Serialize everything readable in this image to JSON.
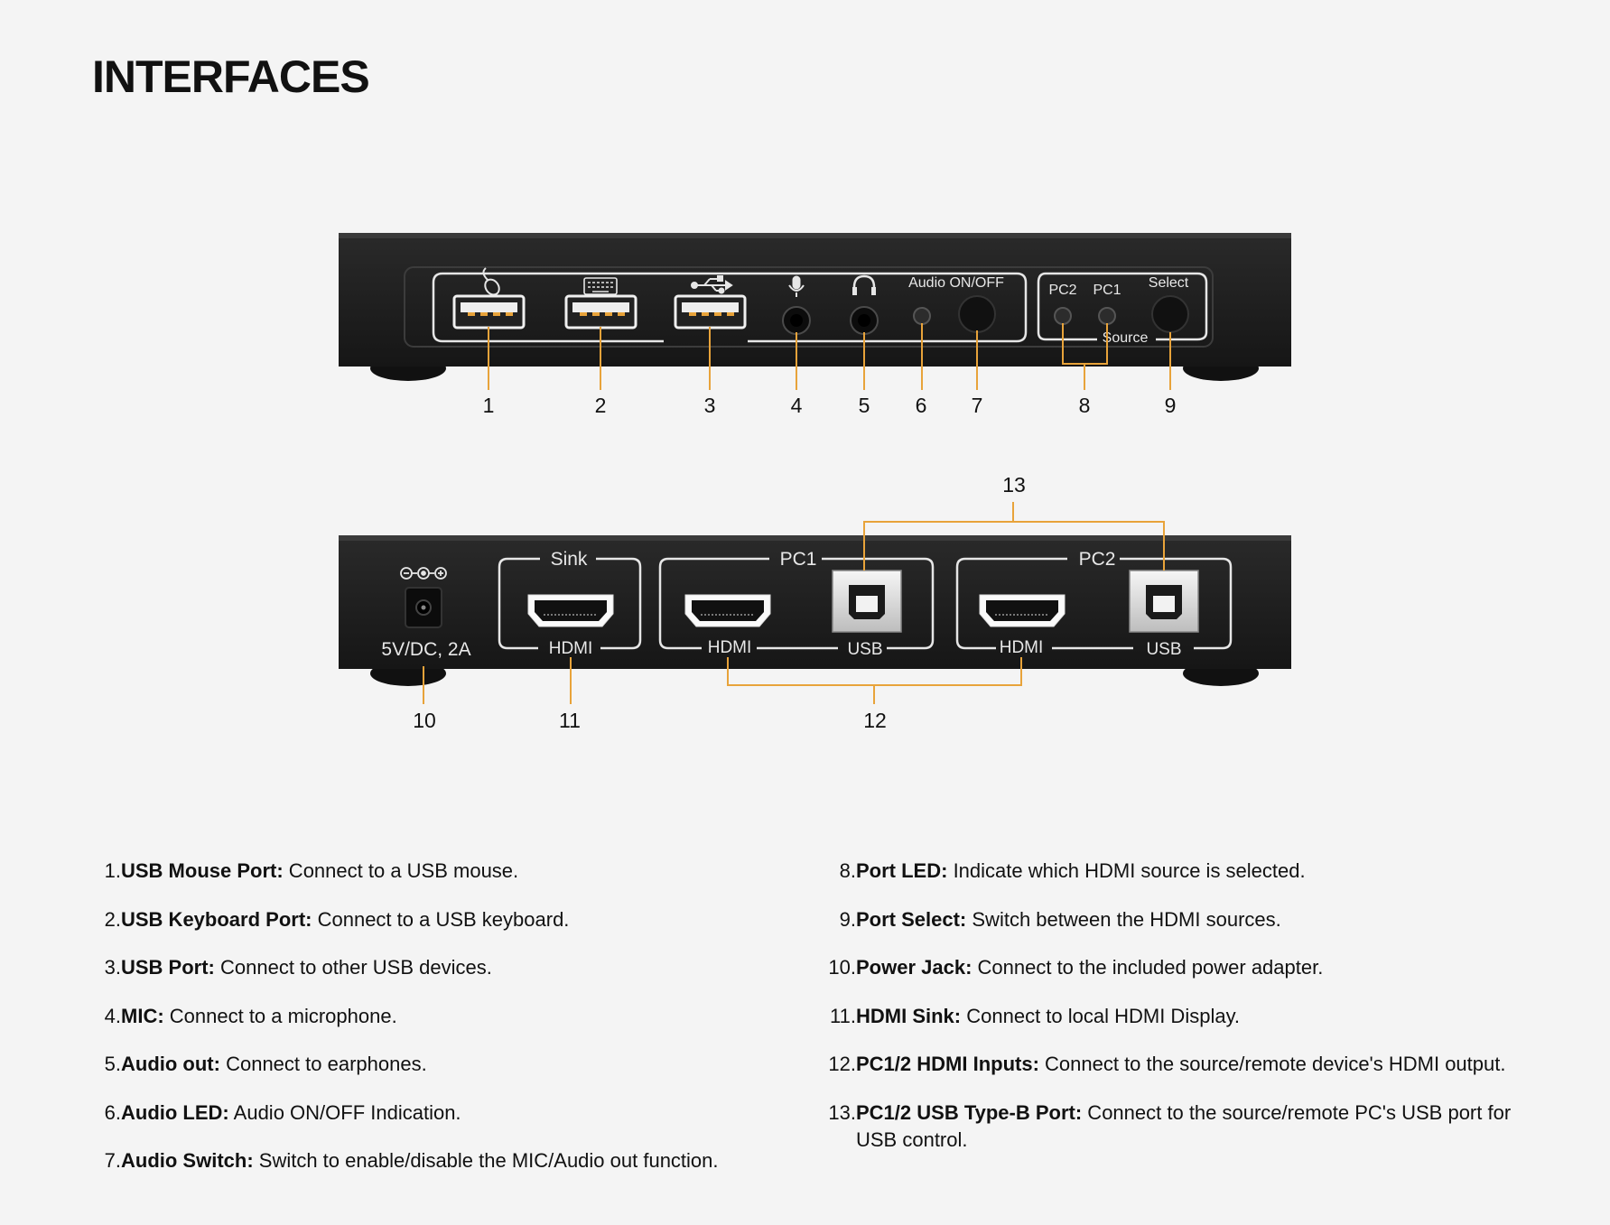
{
  "title": "INTERFACES",
  "front_panel": {
    "labels": {
      "audio_on_off": "Audio ON/OFF",
      "pc2": "PC2",
      "pc1": "PC1",
      "select": "Select",
      "source": "Source"
    },
    "callouts": [
      "1",
      "2",
      "3",
      "4",
      "5",
      "6",
      "7",
      "8",
      "9"
    ]
  },
  "rear_panel": {
    "labels": {
      "power_rating": "5V/DC, 2A",
      "sink": "Sink",
      "pc1": "PC1",
      "pc2": "PC2",
      "hdmi": "HDMI",
      "usb": "USB"
    },
    "callouts": [
      "10",
      "11",
      "12",
      "13"
    ]
  },
  "items_left": [
    {
      "num": "1.",
      "term": "USB Mouse Port:",
      "desc": " Connect to a USB mouse."
    },
    {
      "num": "2.",
      "term": "USB Keyboard Port:",
      "desc": " Connect to a USB keyboard."
    },
    {
      "num": "3.",
      "term": "USB Port:",
      "desc": " Connect to other USB devices."
    },
    {
      "num": "4.",
      "term": "MIC:",
      "desc": " Connect to a microphone."
    },
    {
      "num": "5.",
      "term": "Audio out:",
      "desc": " Connect to earphones."
    },
    {
      "num": "6.",
      "term": "Audio LED:",
      "desc": " Audio ON/OFF Indication."
    },
    {
      "num": "7.",
      "term": "Audio Switch:",
      "desc": " Switch to enable/disable the MIC/Audio out function."
    }
  ],
  "items_right": [
    {
      "num": "8.",
      "term": "Port LED:",
      "desc": " Indicate which HDMI source is selected."
    },
    {
      "num": "9.",
      "term": "Port Select:",
      "desc": " Switch between the HDMI sources."
    },
    {
      "num": "10.",
      "term": "Power Jack:",
      "desc": " Connect to the included power adapter."
    },
    {
      "num": "11.",
      "term": "HDMI Sink:",
      "desc": " Connect to local HDMI Display."
    },
    {
      "num": "12.",
      "term": "PC1/2 HDMI Inputs:",
      "desc": " Connect to the source/remote device's HDMI output."
    },
    {
      "num": "13.",
      "term": "PC1/2 USB Type-B Port:",
      "desc": " Connect to the source/remote PC's USB port for USB control."
    }
  ],
  "colors": {
    "background": "#f4f4f4",
    "device_body": "#1f1f1f",
    "callout_line": "#e8a33a",
    "panel_text": "#e8e8e8"
  }
}
